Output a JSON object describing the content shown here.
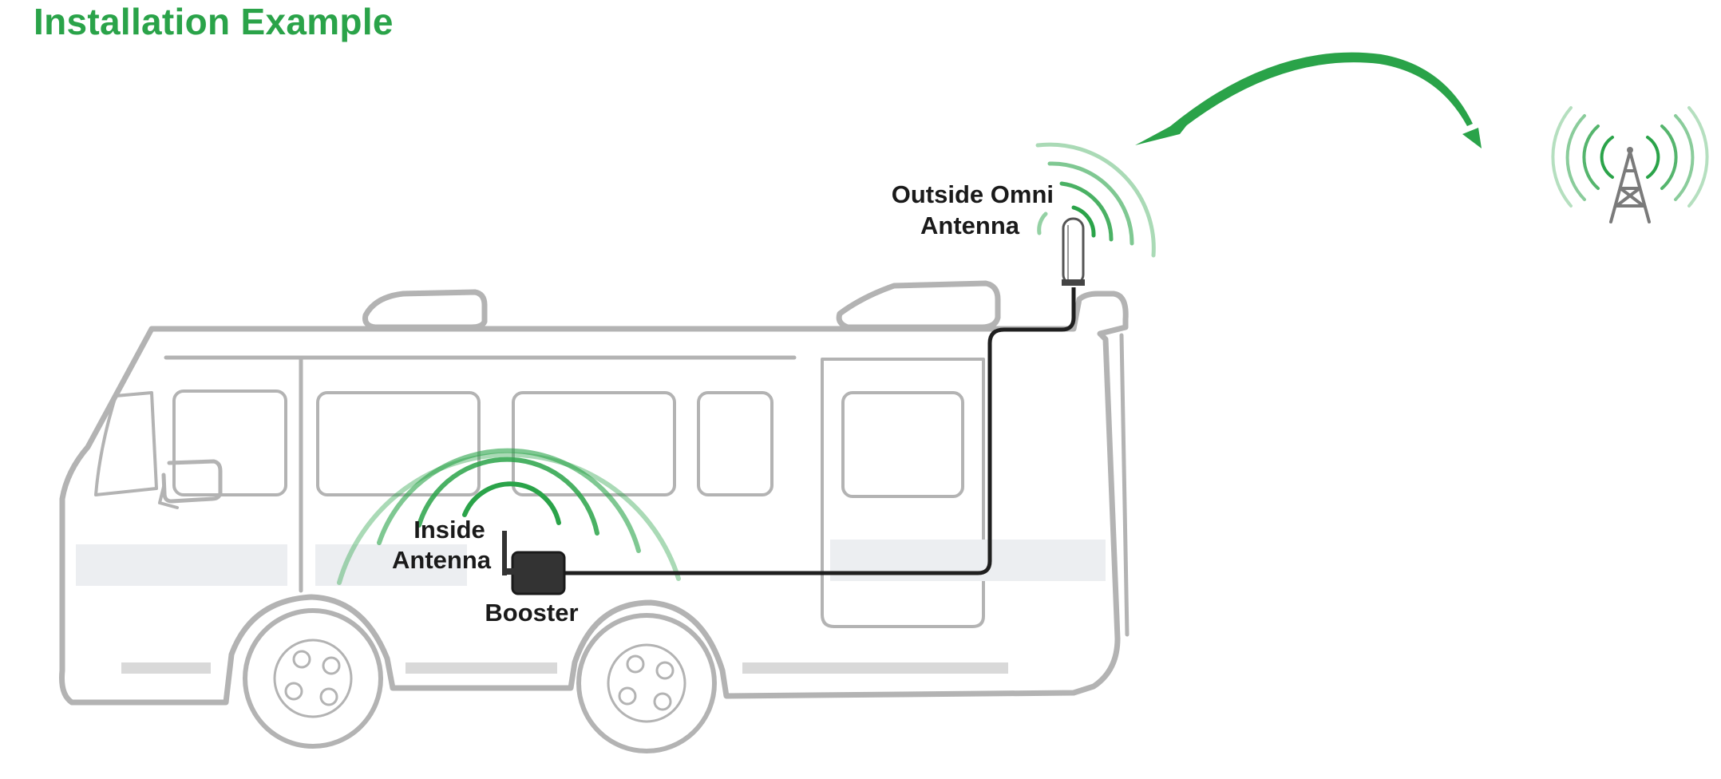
{
  "title": "Installation Example",
  "labels": {
    "outside_antenna_line1": "Outside Omni",
    "outside_antenna_line2": "Antenna",
    "inside_antenna_line1": "Inside",
    "inside_antenna_line2": "Antenna",
    "booster": "Booster"
  },
  "colors": {
    "accent_green": "#2aa349",
    "vehicle_outline": "#b3b3b3",
    "cable": "#1f1f1f"
  }
}
